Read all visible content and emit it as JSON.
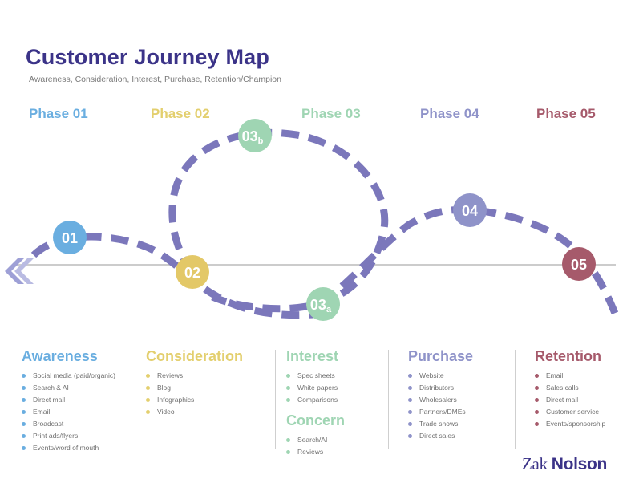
{
  "header": {
    "title": "Customer Journey Map",
    "subtitle": "Awareness, Consideration, Interest, Purchase, Retention/Champion"
  },
  "phases": [
    {
      "label": "Phase 01",
      "color": "#6aaee0"
    },
    {
      "label": "Phase 02",
      "color": "#e3cf6e"
    },
    {
      "label": "Phase 03",
      "color": "#9fd5b3"
    },
    {
      "label": "Phase 04",
      "color": "#8f93c9"
    },
    {
      "label": "Phase 05",
      "color": "#a65a6b"
    }
  ],
  "nodes": [
    {
      "label": "01",
      "sub": "",
      "color": "#6aaee0"
    },
    {
      "label": "02",
      "sub": "",
      "color": "#e3c867"
    },
    {
      "label": "03",
      "sub": "a",
      "color": "#9fd5b3"
    },
    {
      "label": "03",
      "sub": "b",
      "color": "#9fd5b3"
    },
    {
      "label": "04",
      "sub": "",
      "color": "#8f93c9"
    },
    {
      "label": "05",
      "sub": "",
      "color": "#a65a6b"
    }
  ],
  "path_color": "#7b77bb",
  "stages": [
    {
      "title": "Awareness",
      "color": "#6aaee0",
      "items": [
        "Social media (paid/organic)",
        "Search & AI",
        "Direct mail",
        "Email",
        "Broadcast",
        "Print ads/flyers",
        "Events/word of mouth"
      ]
    },
    {
      "title": "Consideration",
      "color": "#e3cf6e",
      "items": [
        "Reviews",
        "Blog",
        "Infographics",
        "Video"
      ]
    },
    {
      "title": "Interest",
      "color": "#9fd5b3",
      "items": [
        "Spec sheets",
        "White papers",
        "Comparisons"
      ],
      "secondary": {
        "title": "Concern",
        "items": [
          "Search/AI",
          "Reviews"
        ]
      }
    },
    {
      "title": "Purchase",
      "color": "#8f93c9",
      "items": [
        "Website",
        "Distributors",
        "Wholesalers",
        "Partners/DMEs",
        "Trade shows",
        "Direct sales"
      ]
    },
    {
      "title": "Retention",
      "color": "#a65a6b",
      "items": [
        "Email",
        "Sales calls",
        "Direct mail",
        "Customer service",
        "Events/sponsorship"
      ]
    }
  ],
  "logo": {
    "first": "Zak",
    "second": "Nolson"
  }
}
